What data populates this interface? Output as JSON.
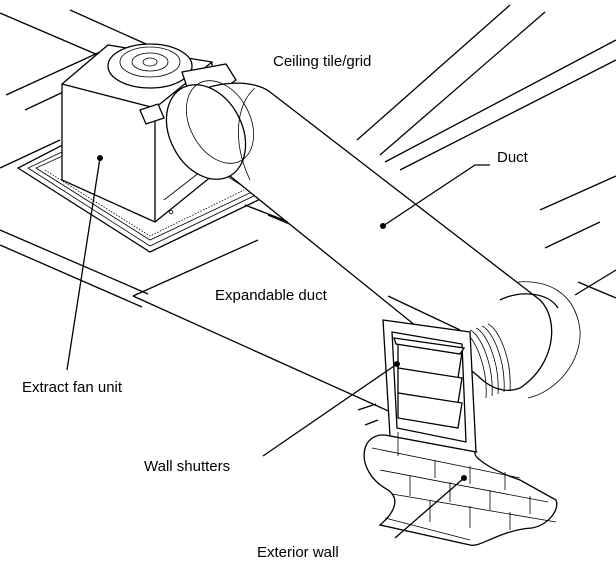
{
  "labels": {
    "ceiling": "Ceiling tile/grid",
    "duct": "Duct",
    "expandable_duct": "Expandable duct",
    "extract_fan": "Extract fan unit",
    "wall_shutters": "Wall shutters",
    "exterior_wall": "Exterior wall"
  },
  "colors": {
    "line": "#000000",
    "background": "#ffffff"
  }
}
